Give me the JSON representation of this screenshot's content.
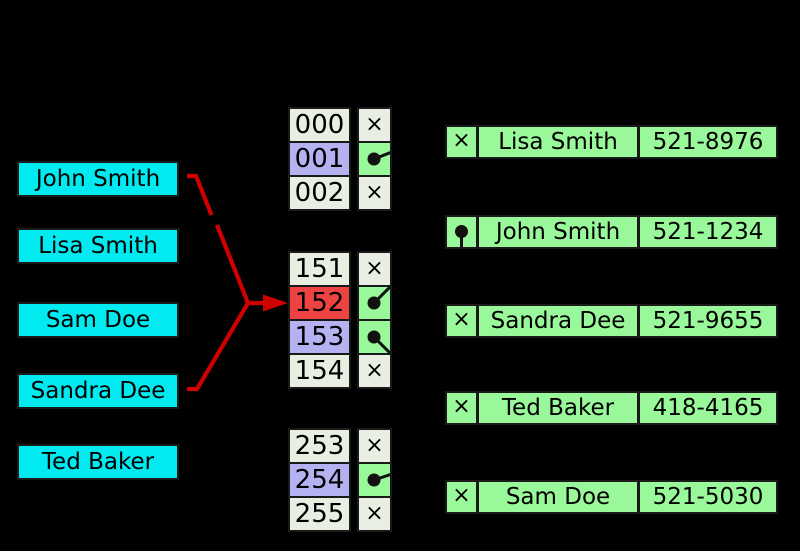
{
  "colors": {
    "background": "#000000",
    "key_fill": "#00eaf0",
    "cell_fill": "#e8eee1",
    "occupied_fill": "#b5b2f2",
    "collision_fill": "#ee4343",
    "pointer_fill": "#99f899",
    "arrow_red": "#cf0000",
    "ink": "#000000"
  },
  "glyphs": {
    "empty": "×"
  },
  "keys": [
    {
      "label": "John Smith"
    },
    {
      "label": "Lisa Smith"
    },
    {
      "label": "Sam Doe"
    },
    {
      "label": "Sandra Dee"
    },
    {
      "label": "Ted Baker"
    }
  ],
  "buckets": {
    "groups": [
      {
        "rows": [
          {
            "index": "000",
            "slot": "empty"
          },
          {
            "index": "001",
            "slot": "pointer"
          },
          {
            "index": "002",
            "slot": "empty"
          }
        ]
      },
      {
        "rows": [
          {
            "index": "151",
            "slot": "empty"
          },
          {
            "index": "152",
            "slot": "pointer"
          },
          {
            "index": "153",
            "slot": "pointer"
          },
          {
            "index": "154",
            "slot": "empty"
          }
        ]
      },
      {
        "rows": [
          {
            "index": "253",
            "slot": "empty"
          },
          {
            "index": "254",
            "slot": "pointer"
          },
          {
            "index": "255",
            "slot": "empty"
          }
        ]
      }
    ]
  },
  "entries": [
    {
      "name": "Lisa Smith",
      "phone": "521-8976",
      "next": "empty"
    },
    {
      "name": "John Smith",
      "phone": "521-1234",
      "next": "pointer"
    },
    {
      "name": "Sandra Dee",
      "phone": "521-9655",
      "next": "empty"
    },
    {
      "name": "Ted Baker",
      "phone": "418-4165",
      "next": "empty"
    },
    {
      "name": "Sam Doe",
      "phone": "521-5030",
      "next": "empty"
    }
  ]
}
